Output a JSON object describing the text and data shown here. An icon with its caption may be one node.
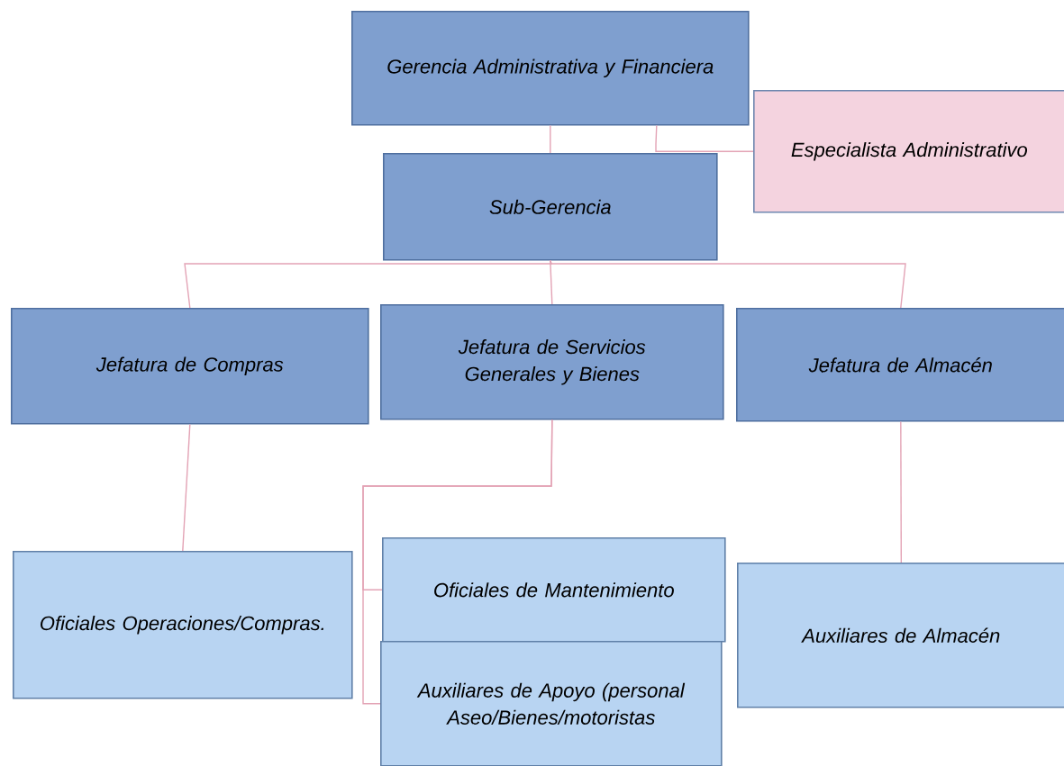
{
  "diagram": {
    "nodes": [
      {
        "text": [
          "Gerencia Administrativa y Financiera"
        ]
      },
      {
        "text": [
          "Especialista Administrativo"
        ]
      },
      {
        "text": [
          "Sub-Gerencia"
        ]
      },
      {
        "text": [
          "Jefatura de Compras"
        ]
      },
      {
        "text": [
          "Jefatura de Servicios Generales y Bienes"
        ]
      },
      {
        "text": [
          "Jefatura de Almacén"
        ]
      },
      {
        "text": [
          "Oficiales Operaciones/Compras."
        ]
      },
      {
        "text": [
          "Oficiales de Mantenimiento"
        ]
      },
      {
        "text": [
          "Auxiliares de Apoyo (personal Aseo/Bienes/motoristas"
        ]
      },
      {
        "text": [
          "Auxiliares de Almacén"
        ]
      }
    ],
    "edges": [
      {
        "from": 0,
        "to": 2,
        "arrow": "none"
      },
      {
        "from": 0,
        "to": 1,
        "arrow": "none"
      },
      {
        "from": 2,
        "to": 3,
        "arrow": "none"
      },
      {
        "from": 2,
        "to": 4,
        "arrow": "none"
      },
      {
        "from": 2,
        "to": 5,
        "arrow": "none"
      },
      {
        "from": 3,
        "to": 6,
        "arrow": "none"
      },
      {
        "from": 4,
        "to": 7,
        "arrow": "none"
      },
      {
        "from": 4,
        "to": 8,
        "arrow": "none"
      },
      {
        "from": 5,
        "to": 9,
        "arrow": "none"
      }
    ]
  }
}
